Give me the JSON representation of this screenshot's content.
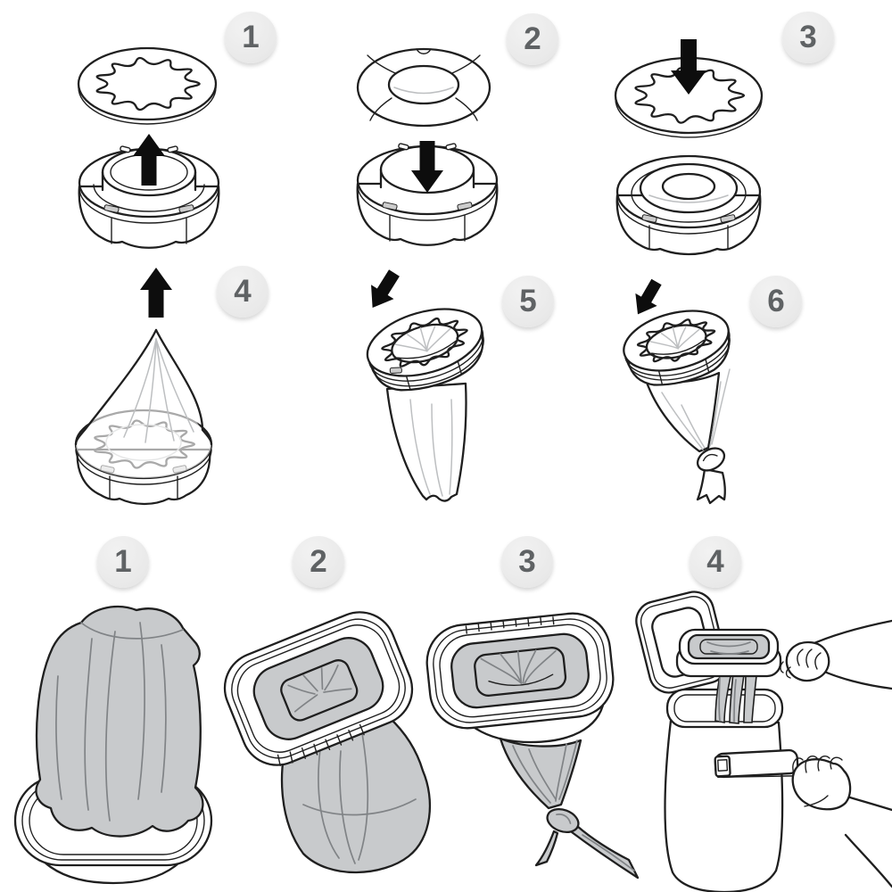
{
  "sections": {
    "assembly": {
      "steps": [
        {
          "number": "1",
          "icon": "arrow-up-icon"
        },
        {
          "number": "2",
          "icon": "arrow-down-icon"
        },
        {
          "number": "3",
          "icon": "arrow-down-icon"
        },
        {
          "number": "4",
          "icon": "arrow-up-icon"
        },
        {
          "number": "5",
          "icon": "arrow-down-icon"
        },
        {
          "number": "6",
          "icon": "arrow-down-icon"
        }
      ]
    },
    "usage": {
      "steps": [
        {
          "number": "1"
        },
        {
          "number": "2"
        },
        {
          "number": "3"
        },
        {
          "number": "4"
        }
      ]
    }
  },
  "colors": {
    "line": "#1f1f1f",
    "film": "#c8cacc",
    "crease": "#808386",
    "light": "#bdbfc1",
    "arrow": "#0d0d0d",
    "badge_fill": "#e9e9e9",
    "badge_text": "#5f6264",
    "background": "#ffffff",
    "tab_gray": "#cccccc"
  }
}
